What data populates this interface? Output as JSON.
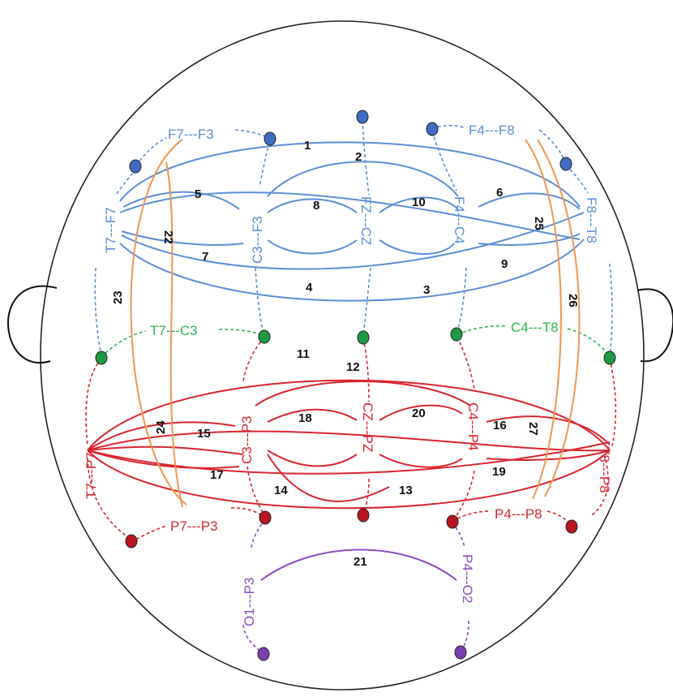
{
  "colors": {
    "blue": "#5b8fd6",
    "blue_node": "#3f6cc4",
    "green": "#2eb34f",
    "green_node": "#1f9a43",
    "red": "#d8252f",
    "red_node": "#b81520",
    "purple": "#8a4cc1",
    "purple_node": "#7b3fb2",
    "orange": "#f0964f",
    "outline": "#222222"
  },
  "pair_labels": {
    "f7_f3": "F7---F3",
    "f4_f8": "F4---F8",
    "t7_f7": "T7---F7",
    "c3_f3": "C3---F3",
    "fz_cz": "FZ---CZ",
    "f4_c4": "F4---C4",
    "f8_t8": "F8---T8",
    "t7_c3": "T7---C3",
    "c4_t8": "C4---T8",
    "c3_p3": "C3---P3",
    "cz_pz": "CZ---PZ",
    "c4_p4": "C4---P4",
    "t7_p7": "T7---P7",
    "t8_p8": "T8---P8",
    "p7_p3": "P7---P3",
    "p4_p8": "P4---P8",
    "o1_p3": "O1---P3",
    "p4_o2": "P4---O2"
  },
  "connection_numbers": [
    "1",
    "2",
    "3",
    "4",
    "5",
    "6",
    "7",
    "8",
    "9",
    "10",
    "11",
    "12",
    "13",
    "14",
    "15",
    "16",
    "17",
    "18",
    "19",
    "20",
    "21",
    "22",
    "23",
    "24",
    "25",
    "26",
    "27"
  ]
}
